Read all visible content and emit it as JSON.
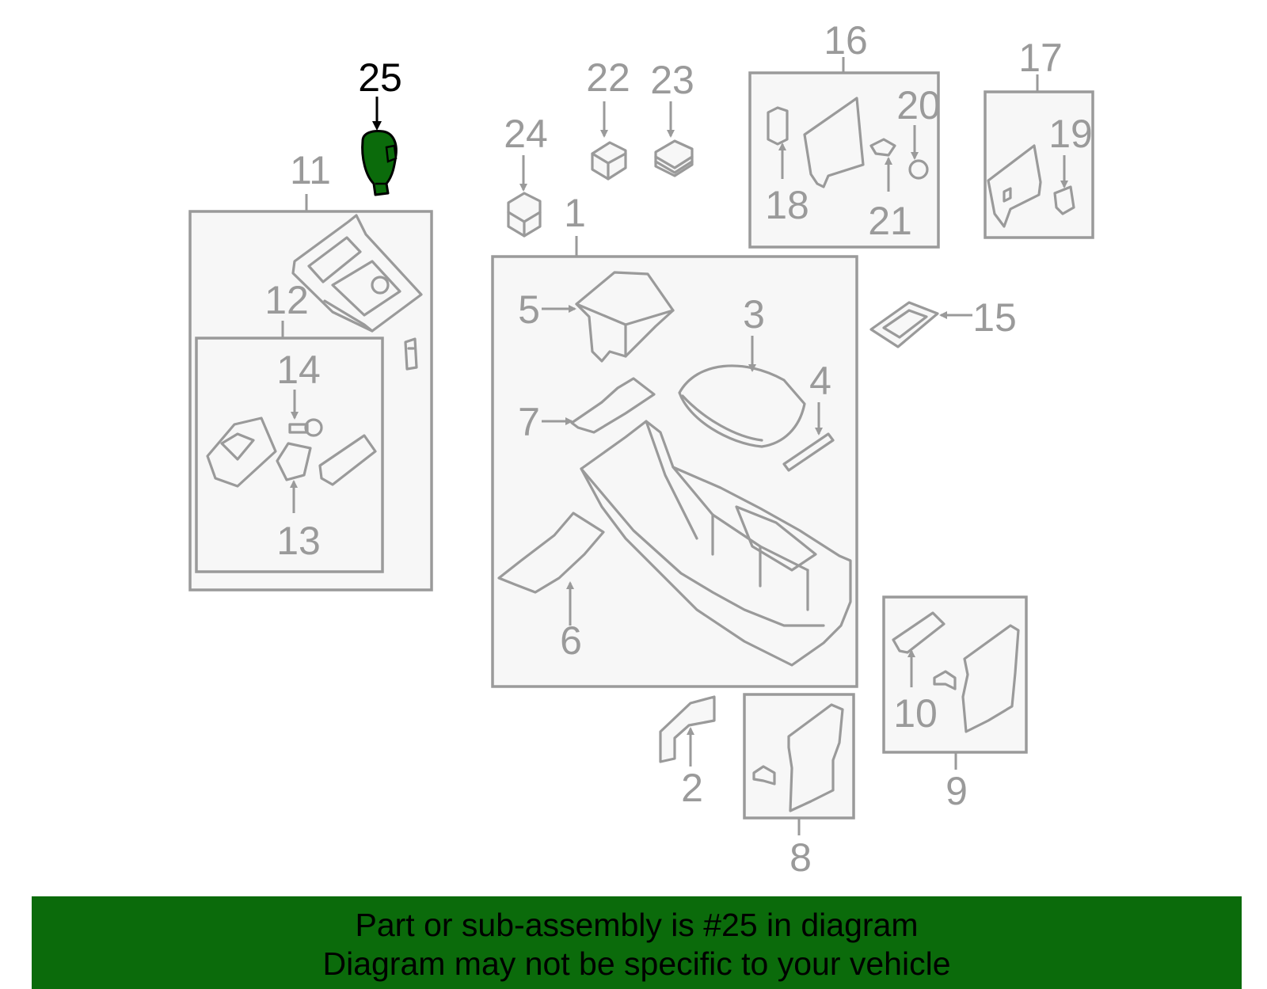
{
  "highlight_color": "#0b6b0b",
  "callouts": {
    "c1": "1",
    "c2": "2",
    "c3": "3",
    "c4": "4",
    "c5": "5",
    "c6": "6",
    "c7": "7",
    "c8": "8",
    "c9": "9",
    "c10": "10",
    "c11": "11",
    "c12": "12",
    "c13": "13",
    "c14": "14",
    "c15": "15",
    "c16": "16",
    "c17": "17",
    "c18": "18",
    "c19": "19",
    "c20": "20",
    "c21": "21",
    "c22": "22",
    "c23": "23",
    "c24": "24",
    "c25": "25"
  },
  "banner": {
    "line1": "Part or sub-assembly is #25 in diagram",
    "line2": "Diagram may not be specific to your vehicle"
  }
}
